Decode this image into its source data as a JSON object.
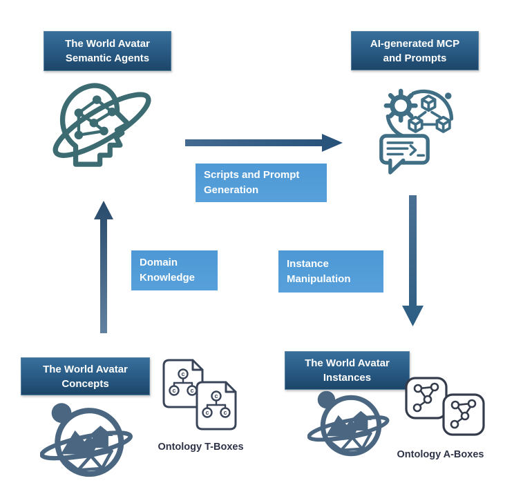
{
  "nodes": {
    "semantic_agents": {
      "title": "The World Avatar\nSemantic Agents",
      "icon": "head-with-semantic-network-and-orbit"
    },
    "ai_mcp": {
      "title": "AI-generated MCP\nand Prompts",
      "icon": "gear-cubes-terminal-chat"
    },
    "concepts": {
      "title": "The World Avatar\nConcepts",
      "icon": "world-avatar-globe-logo",
      "caption": "Ontology T-Boxes"
    },
    "instances": {
      "title": "The World Avatar\nInstances",
      "icon": "world-avatar-globe-logo",
      "caption": "Ontology A-Boxes"
    }
  },
  "edges": {
    "scripts_prompt_generation": {
      "label": "Scripts and Prompt\nGeneration",
      "from": "semantic_agents",
      "to": "ai_mcp",
      "direction": "right"
    },
    "domain_knowledge": {
      "label": "Domain\nKnowledge",
      "from": "concepts",
      "to": "semantic_agents",
      "direction": "up"
    },
    "instance_manipulation": {
      "label": "Instance\nManipulation",
      "from": "ai_mcp",
      "to": "instances",
      "direction": "down"
    }
  },
  "icon_glyphs": {
    "tbox_class_letter": "c"
  },
  "colors": {
    "node_gradient_top": "#38709b",
    "node_gradient_bottom": "#1d4568",
    "edge_label_blue": "#4f9ad7",
    "arrow_dark": "#27527a",
    "arrow_light": "#5f7da0",
    "icon_teal": "#3d6b72",
    "icon_slate_blue": "#4a6680",
    "icon_dark_navy": "#3a4458",
    "caption_text": "#2e3347",
    "text_on_fill": "#ffffff"
  }
}
